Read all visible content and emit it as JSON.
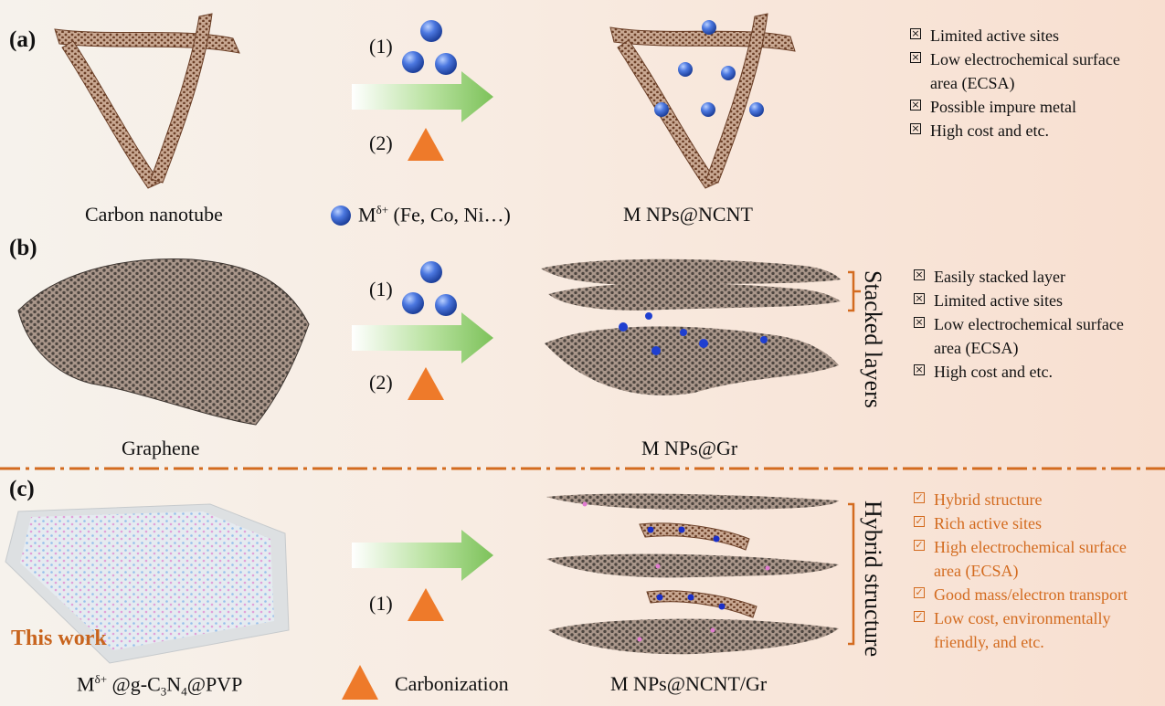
{
  "panels": {
    "a": {
      "label": "(a)",
      "step1": "(1)",
      "step2": "(2)",
      "left_caption": "Carbon nanotube",
      "mid_caption_base": "M",
      "mid_caption_sup": "δ+",
      "mid_caption_rest": " (Fe, Co, Ni…)",
      "right_caption": "M NPs@NCNT",
      "drawbacks": [
        "Limited active sites",
        "Low electrochemical surface",
        "area (ECSA)",
        "Possible impure metal",
        "High cost and etc."
      ]
    },
    "b": {
      "label": "(b)",
      "step1": "(1)",
      "step2": "(2)",
      "left_caption": "Graphene",
      "right_caption": "M NPs@Gr",
      "side_label": "Stacked layers",
      "drawbacks": [
        "Easily stacked layer",
        "Limited active sites",
        "Low electrochemical surface",
        "area (ECSA)",
        "High cost and etc."
      ]
    },
    "c": {
      "label": "(c)",
      "step1": "(1)",
      "this_work": "This work",
      "left_caption_parts": [
        "M",
        "δ+",
        " @g-C",
        "3",
        "N",
        "4",
        "@PVP"
      ],
      "legend_caption": "Carbonization",
      "right_caption": "M NPs@NCNT/Gr",
      "side_label": "Hybrid structure",
      "advantages": [
        "Hybrid structure",
        "Rich active sites",
        "High electrochemical surface",
        "area (ECSA)",
        "Good mass/electron transport",
        "Low cost, environmentally",
        "friendly, and etc."
      ]
    }
  },
  "colors": {
    "accent": "#d36b1f",
    "metal": "#3f6fd6",
    "tube": "#7a5038",
    "arrow": "#8cc86a"
  }
}
